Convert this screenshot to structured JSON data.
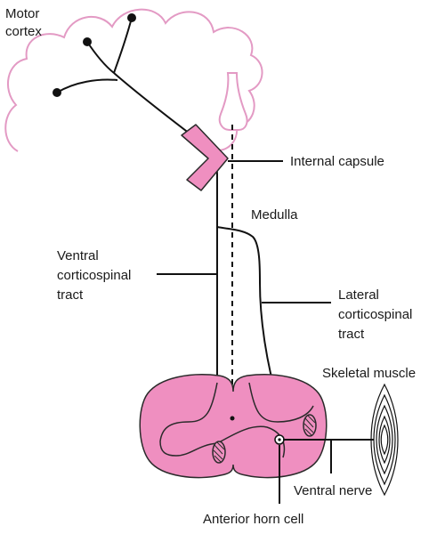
{
  "labels": {
    "motor_cortex": [
      "Motor",
      "cortex"
    ],
    "internal_capsule": "Internal capsule",
    "medulla": "Medulla",
    "ventral_tract": [
      "Ventral",
      "corticospinal",
      "tract"
    ],
    "lateral_tract": [
      "Lateral",
      "corticospinal",
      "tract"
    ],
    "skeletal_muscle": "Skeletal muscle",
    "ventral_nerve": "Ventral nerve",
    "anterior_horn_cell": "Anterior horn cell"
  },
  "colors": {
    "cortex_outline": "#e39ac4",
    "tissue_fill": "#ef8fc0",
    "tissue_stroke": "#2a2a2a",
    "line": "#111111"
  }
}
